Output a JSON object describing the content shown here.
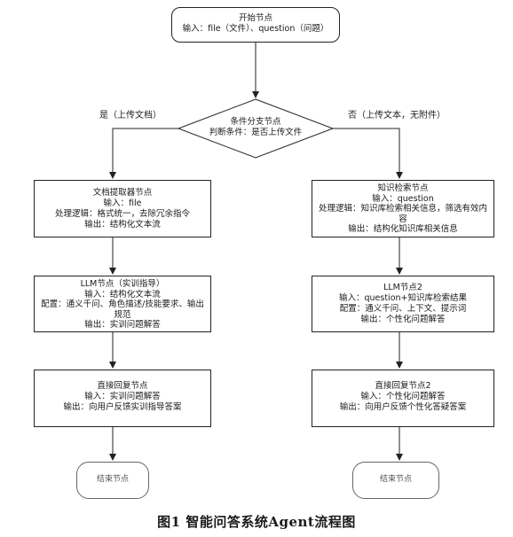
{
  "nodes": {
    "start": {
      "title": "开始节点",
      "lines": [
        "输入：file（文件）、question（问题）"
      ]
    },
    "condition": {
      "title": "条件分支节点",
      "lines": [
        "判断条件：是否上传文件"
      ]
    },
    "doc_extractor": {
      "title": "文档提取器节点",
      "lines": [
        "输入：file",
        "处理逻辑：格式统一，去除冗余指令",
        "输出：结构化文本流"
      ]
    },
    "kb_retrieval": {
      "title": "知识检索节点",
      "lines": [
        "输入：question",
        "处理逻辑：知识库检索相关信息，筛选有效内容",
        "输出：结构化知识库相关信息"
      ]
    },
    "llm1": {
      "title": "LLM节点（实训指导）",
      "lines": [
        "输入：结构化文本流",
        "配置：通义千问、角色描述/技能要求、输出规范",
        "输出：实训问题解答"
      ]
    },
    "llm2": {
      "title": "LLM节点2",
      "lines": [
        "输入：question+知识库检索结果",
        "配置：通义千问、上下文、提示词",
        "输出：个性化问题解答"
      ]
    },
    "reply1": {
      "title": "直接回复节点",
      "lines": [
        "输入：实训问题解答",
        "输出：向用户反馈实训指导答案"
      ]
    },
    "reply2": {
      "title": "直接回复节点2",
      "lines": [
        "输入：个性化问题解答",
        "输出：向用户反馈个性化答疑答案"
      ]
    },
    "end1": {
      "title": "结束节点"
    },
    "end2": {
      "title": "结束节点"
    }
  },
  "branches": {
    "yes": "是（上传文档）",
    "no": "否（上传文本，无附件）"
  },
  "caption": "图1  智能问答系统Agent流程图"
}
